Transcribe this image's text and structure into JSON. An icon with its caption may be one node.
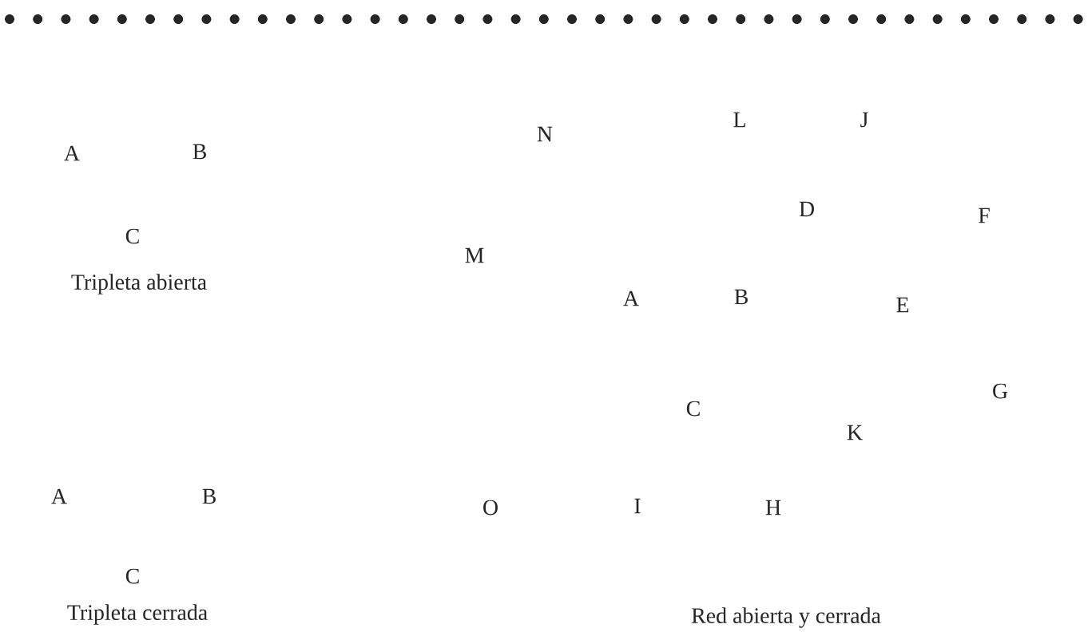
{
  "diagram": {
    "labels": [
      "A",
      "B",
      "C",
      "Tripleta abierta",
      "A",
      "B",
      "C",
      "Tripleta cerrada",
      "N",
      "L",
      "J",
      "D",
      "F",
      "M",
      "A",
      "B",
      "E",
      "G",
      "C",
      "K",
      "O",
      "I",
      "H",
      "Red abierta y cerrada"
    ]
  }
}
